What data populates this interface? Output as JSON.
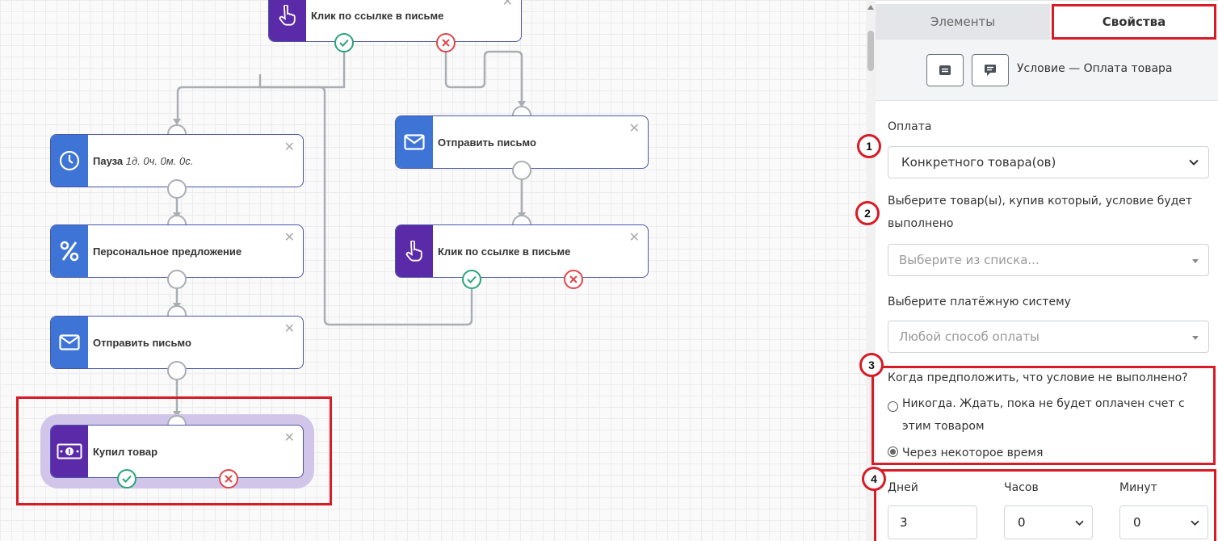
{
  "nodes": {
    "click_top": "Клик по ссылке в письме",
    "pause_label": "Пауза",
    "pause_value": "1д. 0ч. 0м. 0с.",
    "personal_offer": "Персональное предложение",
    "send_email_left": "Отправить письмо",
    "bought": "Купил товар",
    "send_email_right": "Отправить письмо",
    "click_right": "Клик по ссылке в письме"
  },
  "badges": [
    "1",
    "2",
    "3",
    "4"
  ],
  "panel": {
    "tabs": {
      "elements": "Элементы",
      "properties": "Свойства"
    },
    "subtitle": "Условие — Оплата товара",
    "payment_label": "Оплата",
    "payment_value": "Конкретного товара(ов)",
    "products_label": "Выберите товар(ы), купив который, условие будет выполнено",
    "products_placeholder": "Выберите из списка...",
    "payment_system_label": "Выберите платёжную систему",
    "payment_system_placeholder": "Любой способ оплаты",
    "not_met_question": "Когда предположить, что условие не выполнено?",
    "option_never": "Никогда. Ждать, пока не будет оплачен счет с этим товаром",
    "option_after_time": "Через некоторое время",
    "selected_option": "after_time",
    "days_label": "Дней",
    "hours_label": "Часов",
    "minutes_label": "Минут",
    "days_value": "3",
    "hours_value": "0",
    "minutes_value": "0"
  },
  "colors": {
    "accent_blue": "#3e74d6",
    "accent_purple": "#5b2aa8",
    "success": "#2aa37a",
    "fail": "#e0454b",
    "highlight_red": "#d81b25"
  }
}
